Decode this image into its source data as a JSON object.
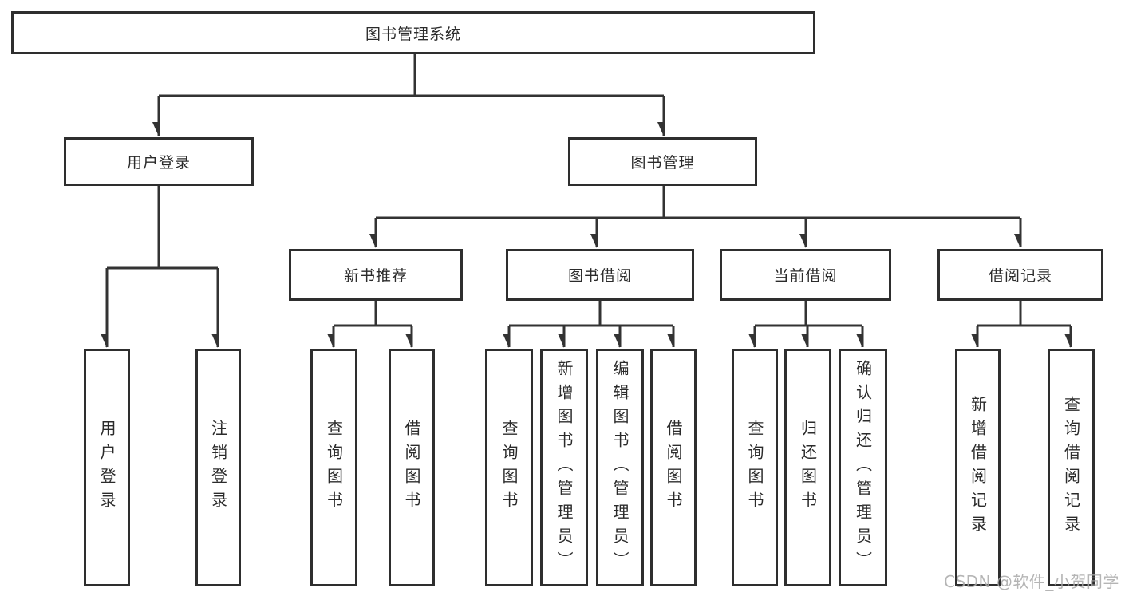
{
  "diagram": {
    "root": {
      "label": "图书管理系统"
    },
    "branches": [
      {
        "label": "用户登录",
        "children": [
          {
            "label": "用户登录"
          },
          {
            "label": "注销登录"
          }
        ]
      },
      {
        "label": "图书管理",
        "children": [
          {
            "label": "新书推荐",
            "children": [
              {
                "label": "查询图书"
              },
              {
                "label": "借阅图书"
              }
            ]
          },
          {
            "label": "图书借阅",
            "children": [
              {
                "label": "查询图书"
              },
              {
                "label": "新增图书（管理员）"
              },
              {
                "label": "编辑图书（管理员）"
              },
              {
                "label": "借阅图书"
              }
            ]
          },
          {
            "label": "当前借阅",
            "children": [
              {
                "label": "查询图书"
              },
              {
                "label": "归还图书"
              },
              {
                "label": "确认归还（管理员）"
              }
            ]
          },
          {
            "label": "借阅记录",
            "children": [
              {
                "label": "新增借阅记录"
              },
              {
                "label": "查询借阅记录"
              }
            ]
          }
        ]
      }
    ]
  },
  "watermark": {
    "text": "CSDN @软件_小贺同学"
  },
  "colors": {
    "line": "#333333",
    "box_border": "#2e2e2e",
    "box_fill": "#ffffff",
    "text": "#2b2b2b",
    "watermark": "#a9a9a9",
    "background": "#ffffff"
  }
}
